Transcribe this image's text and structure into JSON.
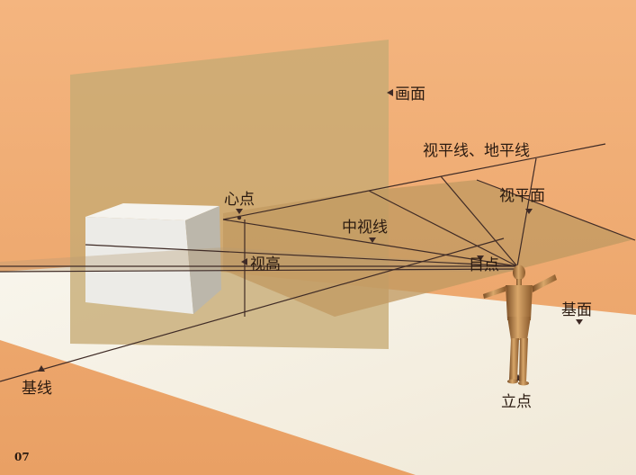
{
  "diagram": {
    "labels": {
      "picture_plane": "画面",
      "horizon_line": "视平线、地平线",
      "visual_plane": "视平面",
      "center_point": "心点",
      "center_line": "中视线",
      "eye_point": "目点",
      "eye_height": "视高",
      "ground_plane": "基面",
      "ground_line": "基线",
      "station_point": "立点"
    },
    "page_number": "07"
  },
  "colors": {
    "background": "#efab73",
    "picture_plane": "#c9ad78",
    "ground_plane": "#f6f1e6",
    "visual_plane": "#c89e62",
    "line": "#3d2a25"
  }
}
